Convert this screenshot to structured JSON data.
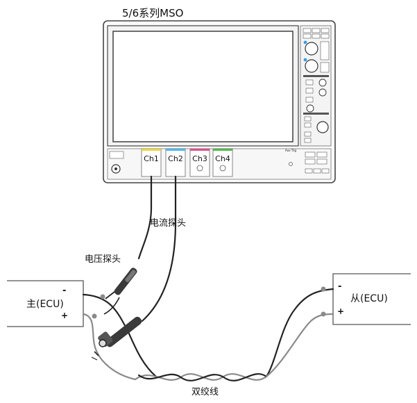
{
  "scope": {
    "title": "5/6系列MSO",
    "channels": [
      "Ch1",
      "Ch2",
      "Ch3",
      "Ch4"
    ],
    "channel_colors": [
      "#e8d840",
      "#4fb7e8",
      "#e0508a",
      "#52b84a"
    ],
    "aux_label": "Aux Trig"
  },
  "labels": {
    "current_probe": "电流探头",
    "voltage_probe": "电压探头",
    "twisted_pair": "双绞线"
  },
  "master": {
    "label": "主(ECU)",
    "minus": "-",
    "plus": "+"
  },
  "slave": {
    "label": "从(ECU)",
    "minus": "-",
    "plus": "+"
  },
  "colors": {
    "outline": "#555555",
    "wire_dark": "#222222",
    "wire_gray": "#8a8a8a",
    "screen_border": "#333333"
  }
}
